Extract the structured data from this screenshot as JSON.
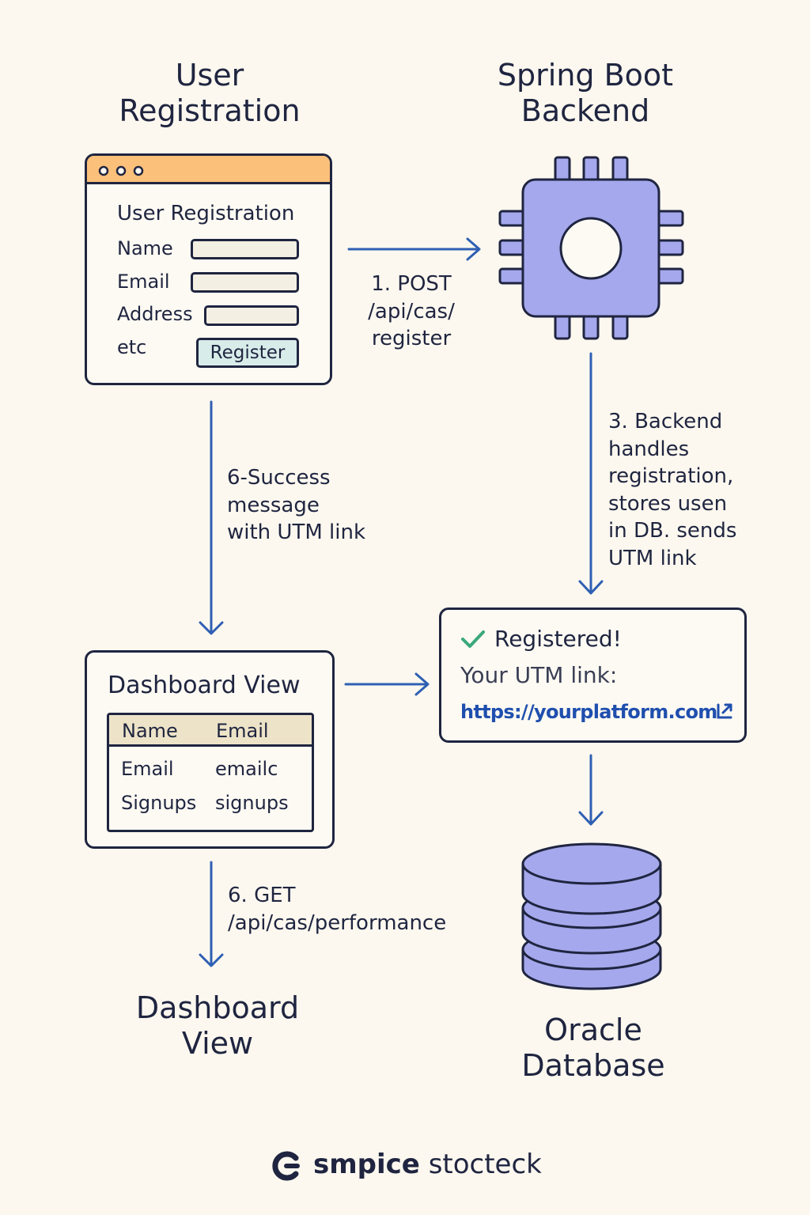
{
  "headings": {
    "user_registration": "User\nRegistration",
    "spring_boot": "Spring Boot\nBackend",
    "dashboard_view": "Dashboard\nView",
    "oracle_db": "Oracle\nDatabase"
  },
  "registration_form": {
    "window_dots": [
      "dot",
      "dot",
      "dot"
    ],
    "title": "User Registration",
    "fields": [
      {
        "label": "Name",
        "value": ""
      },
      {
        "label": "Email",
        "value": ""
      },
      {
        "label": "Address",
        "value": ""
      }
    ],
    "etc_label": "etc",
    "button_label": "Register"
  },
  "arrows": {
    "post": "1. POST\n/api/cas/\nregister",
    "backend": "3. Backend\nhandles\nregistration,\nstores usen\nin DB. sends\nUTM link",
    "success": "6-Success\nmessage\nwith UTM link",
    "get": "6. GET\n/api/cas/performance"
  },
  "dashboard_card": {
    "title": "Dashboard View",
    "table": {
      "headers": [
        "Name",
        "Email"
      ],
      "rows": [
        [
          "Email",
          "emailc"
        ],
        [
          "Signups",
          "signups"
        ]
      ]
    }
  },
  "confirmation": {
    "status": "Registered!",
    "prompt": "Your UTM link:",
    "link": "https://yourplatform.com"
  },
  "footer": {
    "brand_bold": "smpice",
    "brand_light": "stocteck"
  },
  "colors": {
    "background": "#fcf8ef",
    "ink": "#1f2540",
    "arrow_blue": "#2f5fb3",
    "chip_purple": "#a5a8ec",
    "titlebar_orange": "#fbc07a",
    "button_teal": "#d8ecea",
    "table_header": "#ede3c8",
    "check_green": "#3aa87a",
    "link_blue": "#1f4fae"
  },
  "icons": [
    "window-dots-icon",
    "cpu-chip-icon",
    "checkmark-icon",
    "external-link-icon",
    "database-icon",
    "brand-logo-icon"
  ]
}
